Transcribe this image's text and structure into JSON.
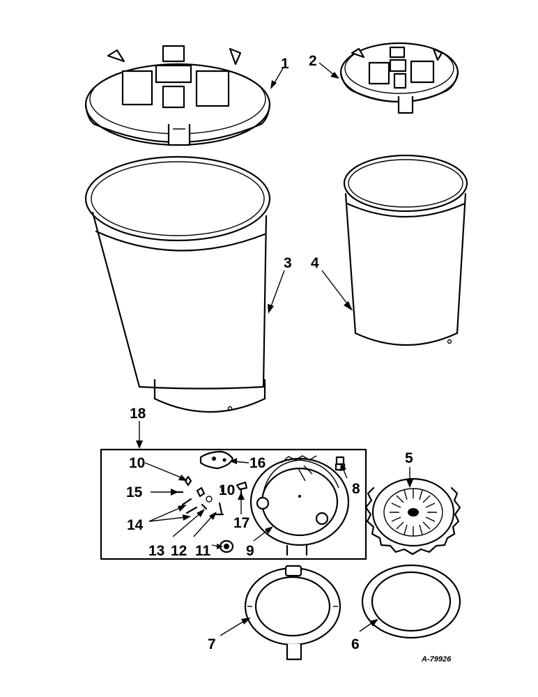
{
  "figure": {
    "reference": "A-79926",
    "callouts": [
      {
        "id": "1",
        "text": "1"
      },
      {
        "id": "2",
        "text": "2"
      },
      {
        "id": "3",
        "text": "3"
      },
      {
        "id": "4",
        "text": "4"
      },
      {
        "id": "5",
        "text": "5"
      },
      {
        "id": "6",
        "text": "6"
      },
      {
        "id": "7",
        "text": "7"
      },
      {
        "id": "8",
        "text": "8"
      },
      {
        "id": "9",
        "text": "9"
      },
      {
        "id": "10a",
        "text": "10"
      },
      {
        "id": "10b",
        "text": "10"
      },
      {
        "id": "11",
        "text": "11"
      },
      {
        "id": "12",
        "text": "12"
      },
      {
        "id": "13",
        "text": "13"
      },
      {
        "id": "14",
        "text": "14"
      },
      {
        "id": "15",
        "text": "15"
      },
      {
        "id": "16",
        "text": "16"
      },
      {
        "id": "17",
        "text": "17"
      },
      {
        "id": "18",
        "text": "18"
      }
    ]
  }
}
